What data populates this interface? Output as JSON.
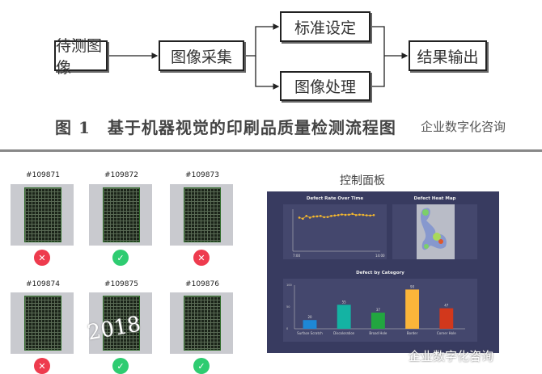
{
  "flowchart": {
    "nodes": [
      "待测图像",
      "图像采集",
      "标准设定",
      "图像处理",
      "结果输出"
    ],
    "caption": "图 1　基于机器视觉的印刷品质量检测流程图",
    "edges": [
      [
        "待测图像",
        "图像采集"
      ],
      [
        "图像采集",
        "标准设定"
      ],
      [
        "图像采集",
        "图像处理"
      ],
      [
        "标准设定",
        "结果输出"
      ],
      [
        "图像处理",
        "结果输出"
      ]
    ]
  },
  "watermark": "企业数字化咨询",
  "year_watermark": "2018",
  "samples": [
    {
      "id": "#109871",
      "status": "fail",
      "icon": "x-icon"
    },
    {
      "id": "#109872",
      "status": "pass",
      "icon": "check-icon"
    },
    {
      "id": "#109873",
      "status": "fail",
      "icon": "x-icon"
    },
    {
      "id": "#109874",
      "status": "fail",
      "icon": "x-icon"
    },
    {
      "id": "#109875",
      "status": "pass",
      "icon": "check-icon"
    },
    {
      "id": "#109876",
      "status": "pass",
      "icon": "check-icon"
    }
  ],
  "colors": {
    "fail": "#ee3b4e",
    "pass": "#2ecc71",
    "dashboard_bg": "#383b60"
  },
  "dashboard": {
    "title": "控制面板",
    "heatmap_title": "Defect Heat Map"
  },
  "chart_data": [
    {
      "type": "line",
      "title": "Defect Rate Over Time",
      "x_labels": [
        "7:00",
        "14:00"
      ],
      "values": [
        1.6,
        1.55,
        1.68,
        1.6,
        1.65,
        1.66,
        1.68,
        1.62,
        1.63,
        1.68,
        1.7,
        1.72,
        1.75,
        1.73,
        1.74,
        1.78,
        1.72,
        1.74,
        1.73,
        1.71,
        1.7,
        1.72
      ],
      "ylim": [
        0,
        2
      ],
      "color": "#f5b82e"
    },
    {
      "type": "bar",
      "title": "Defect by Category",
      "categories": [
        "Surface Scratch",
        "Discoloration",
        "Broad Hole",
        "Border",
        "Corner Hole"
      ],
      "values": [
        20,
        55,
        37,
        90,
        47
      ],
      "colors": [
        "#1e88d6",
        "#14b3a3",
        "#22a640",
        "#fbb53a",
        "#d2381c"
      ],
      "ylim": [
        0,
        100
      ],
      "yticks": [
        "0",
        "50",
        "100"
      ]
    }
  ]
}
